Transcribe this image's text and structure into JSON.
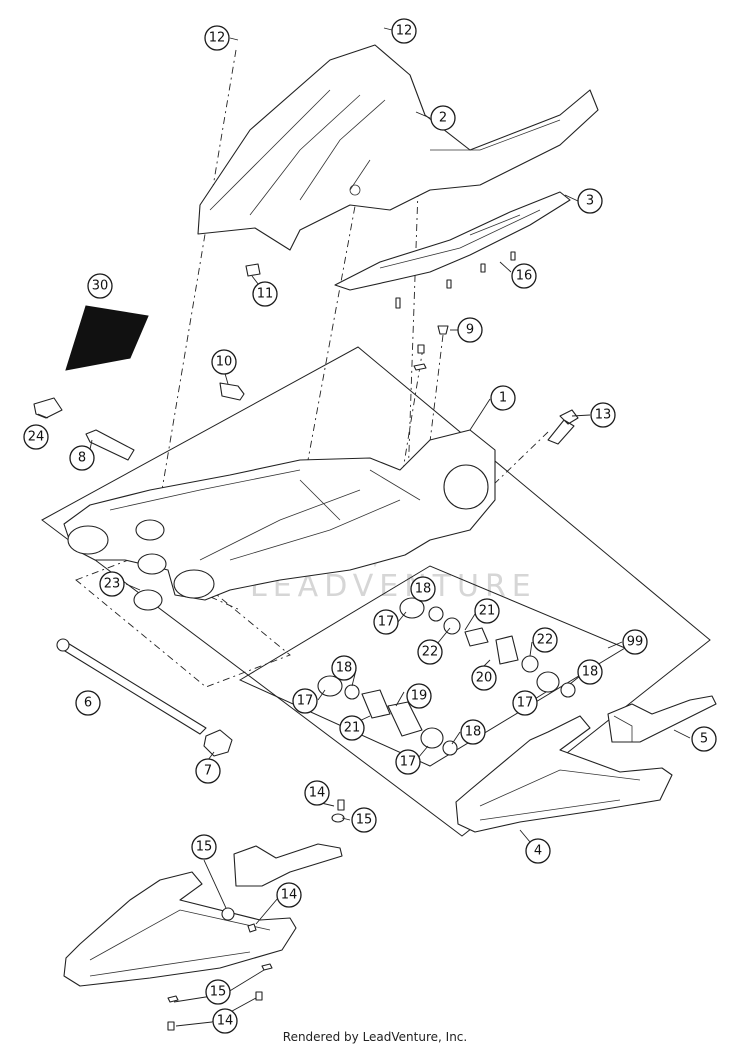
{
  "diagram": {
    "callouts": [
      "12",
      "12",
      "2",
      "3",
      "16",
      "11",
      "30",
      "9",
      "10",
      "1",
      "13",
      "24",
      "8",
      "23",
      "18",
      "21",
      "17",
      "22",
      "99",
      "22",
      "18",
      "20",
      "18",
      "17",
      "17",
      "19",
      "21",
      "18",
      "17",
      "6",
      "5",
      "7",
      "14",
      "15",
      "15",
      "4",
      "14",
      "15",
      "14"
    ],
    "watermark": "LEADVENTURE",
    "footer": "Rendered by LeadVenture, Inc."
  }
}
